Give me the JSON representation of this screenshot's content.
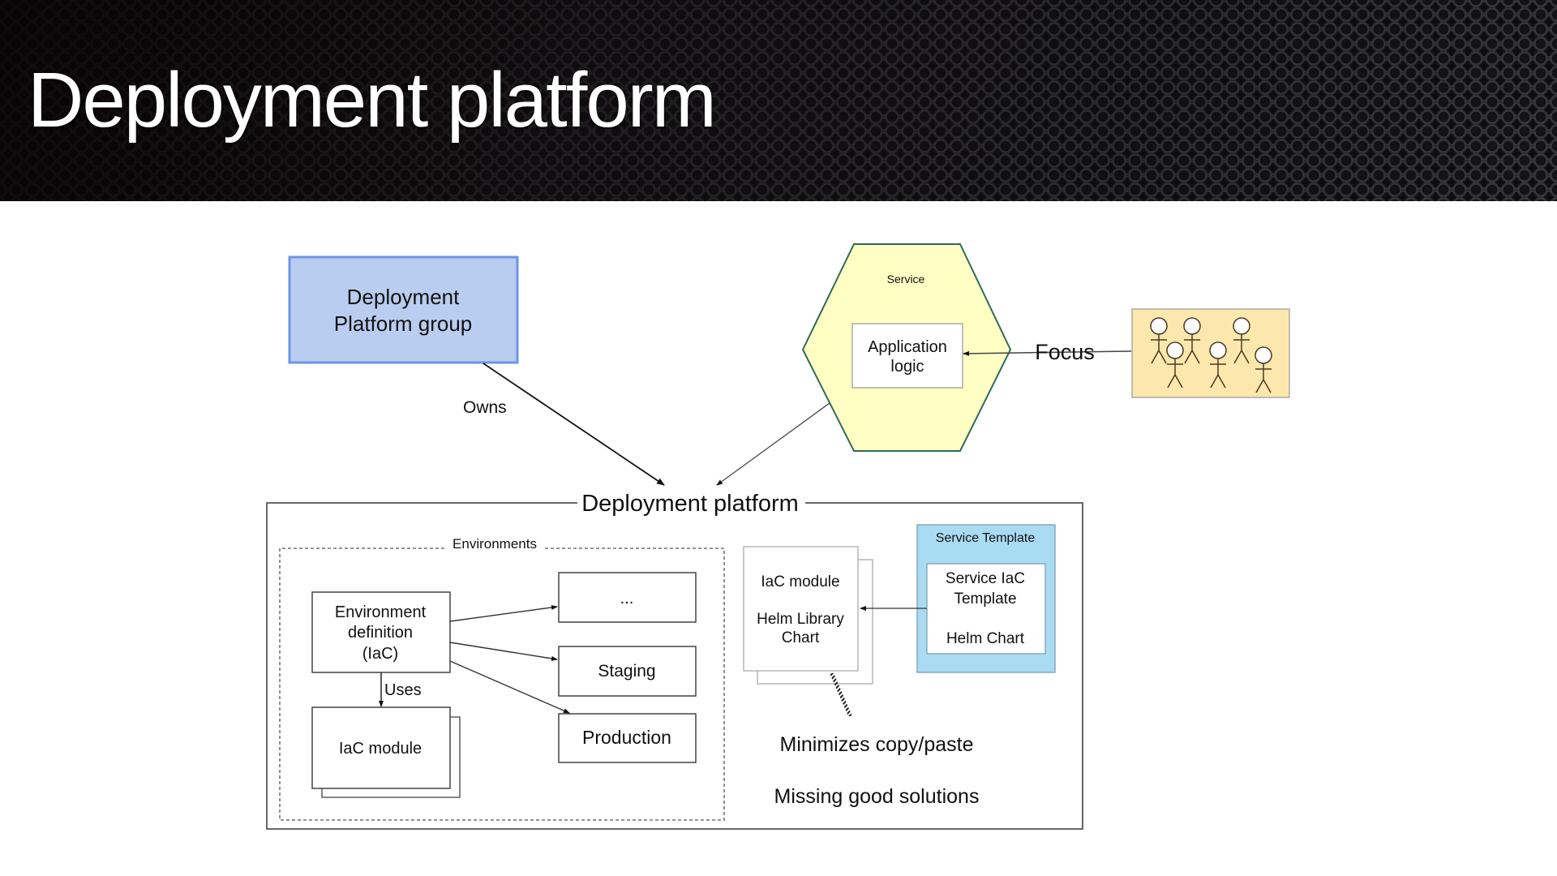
{
  "slide": {
    "title": "Deployment platform"
  },
  "colors": {
    "group_fill": "#b9cdf0",
    "group_border": "#6d96e6",
    "service_fill": "#ffffc4",
    "service_border": "#2f6a5a",
    "people_fill": "#fce7ad",
    "template_fill": "#a9dbf3"
  },
  "diagram": {
    "group_box": {
      "line1": "Deployment",
      "line2": "Platform group"
    },
    "owns_label": "Owns",
    "service": {
      "label": "Service",
      "app_logic_line1": "Application",
      "app_logic_line2": "logic"
    },
    "focus_label": "Focus",
    "team": {
      "people_count": 6
    },
    "platform": {
      "title": "Deployment platform",
      "environments": {
        "label": "Environments",
        "env_def_line1": "Environment",
        "env_def_line2": "definition",
        "env_def_line3": "(IaC)",
        "uses_label": "Uses",
        "iac_module": "IaC module",
        "targets": [
          "...",
          "Staging",
          "Production"
        ]
      },
      "shared_module": {
        "line1": "IaC module",
        "line2": "Helm Library",
        "line3": "Chart"
      },
      "service_template": {
        "title": "Service Template",
        "inner_line1": "Service IaC",
        "inner_line2": "Template",
        "inner_line3": "Helm Chart"
      },
      "notes": [
        "Minimizes copy/paste",
        "Missing good solutions"
      ]
    }
  }
}
